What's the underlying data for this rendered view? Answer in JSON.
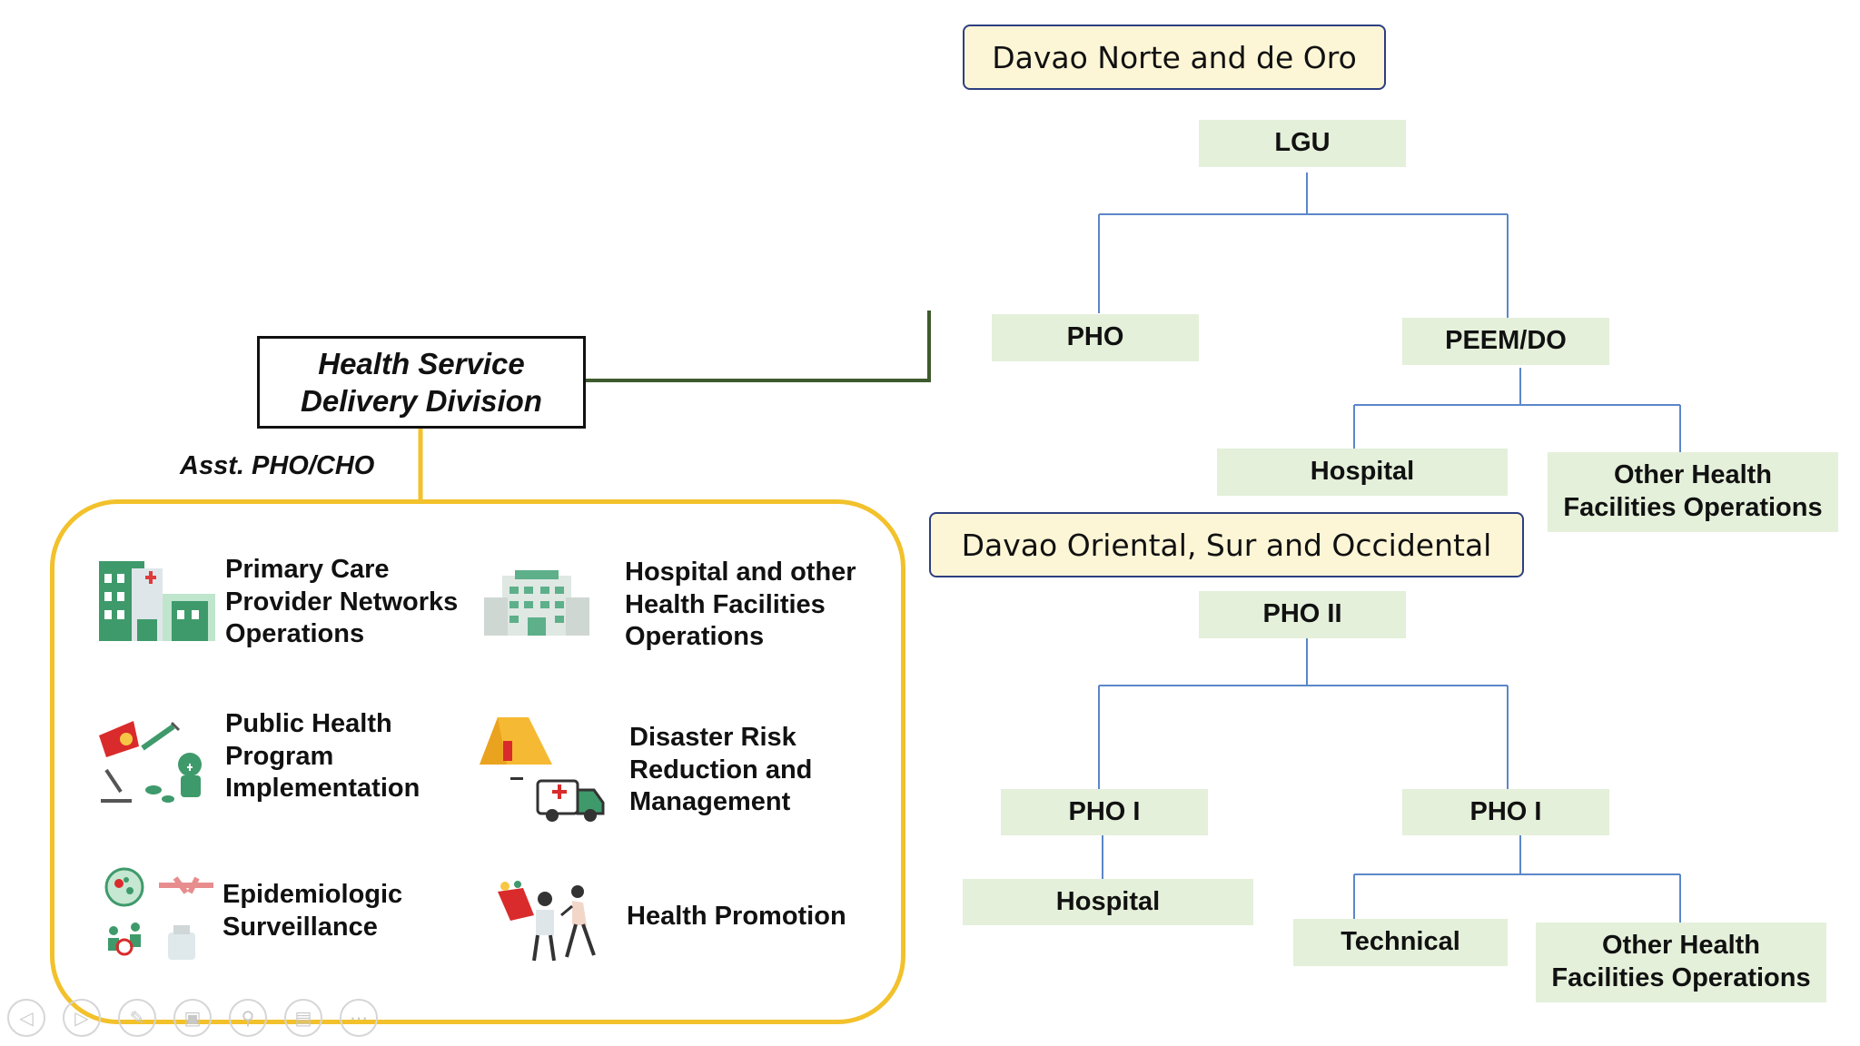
{
  "colors": {
    "region_fill": "#fdf6d6",
    "region_border": "#2c3f80",
    "node_fill": "#e4f0da",
    "connector": "#5b87c9",
    "green_connector": "#3f5a2e",
    "service_border": "#f2c12b"
  },
  "region_north": {
    "title": "Davao Norte and de Oro",
    "lgu": "LGU",
    "pho": "PHO",
    "peem": "PEEM/DO",
    "hospital": "Hospital",
    "other_line1": "Other Health",
    "other_line2": "Facilities Operations"
  },
  "region_south": {
    "title": "Davao Oriental,  Sur and Occidental",
    "pho2": "PHO II",
    "pho1_left": "PHO I",
    "pho1_right": "PHO I",
    "hospital": "Hospital",
    "technical": "Technical",
    "other_line1": "Other Health",
    "other_line2": "Facilities Operations"
  },
  "division": {
    "title_line1": "Health Service",
    "title_line2": "Delivery Division",
    "head": "Asst. PHO/CHO"
  },
  "services": [
    {
      "lines": [
        "Primary Care",
        "Provider Networks",
        "Operations"
      ],
      "icon": "hospital-buildings-icon"
    },
    {
      "lines": [
        "Hospital and other",
        "Health Facilities",
        "Operations"
      ],
      "icon": "hospital-building-icon"
    },
    {
      "lines": [
        "Public Health",
        "Program",
        "Implementation"
      ],
      "icon": "public-health-tools-icon"
    },
    {
      "lines": [
        "Disaster Risk",
        "Reduction and",
        "Management"
      ],
      "icon": "disaster-ambulance-icon"
    },
    {
      "lines": [
        "Epidemiologic",
        "Surveillance"
      ],
      "icon": "surveillance-icon"
    },
    {
      "lines": [
        "Health Promotion"
      ],
      "icon": "health-promotion-icon"
    }
  ],
  "slide_controls": [
    "previous-icon",
    "next-icon",
    "pen-icon",
    "slides-icon",
    "zoom-icon",
    "subtitles-icon",
    "more-icon"
  ]
}
